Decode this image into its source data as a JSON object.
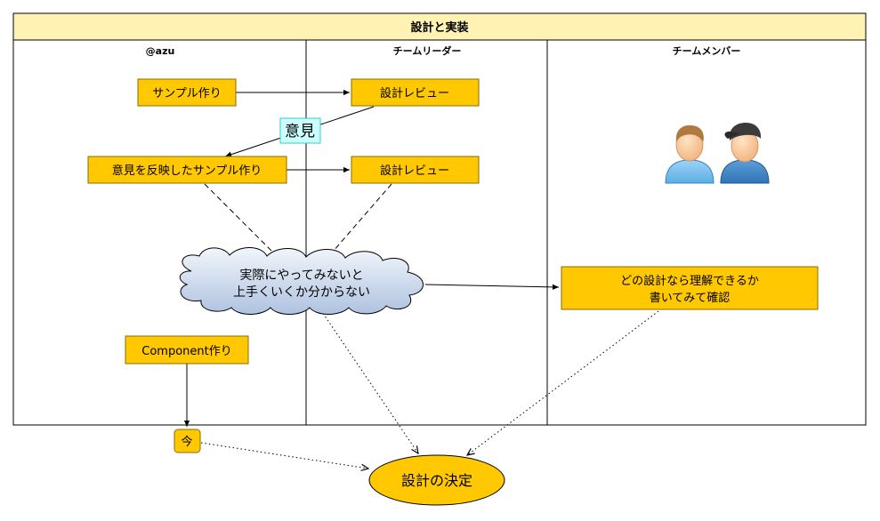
{
  "title": "設計と実装",
  "lanes": [
    "@azu",
    "チームリーダー",
    "チームメンバー"
  ],
  "nodes": {
    "sample_make": "サンプル作り",
    "design_review_1": "設計レビュー",
    "opinion": "意見",
    "revised_sample": "意見を反映したサンプル作り",
    "design_review_2": "設計レビュー",
    "cloud_line1": "実際にやってみないと",
    "cloud_line2": "上手くいくか分からない",
    "member_task_line1": "どの設計なら理解できるか",
    "member_task_line2": "書いてみて確認",
    "component_make": "Component作り",
    "now": "今",
    "decision": "設計の決定"
  },
  "icons": [
    "person-icon",
    "person-with-cap-icon"
  ],
  "colors": {
    "header_fill": "#fff2b3",
    "box_fill": "#ffc800",
    "box_stroke": "#8a6d00",
    "opinion_fill": "#ccffff",
    "opinion_stroke": "#33cccc",
    "cloud_fill_top": "#f2f6fb",
    "cloud_fill_bottom": "#aec2e0",
    "lane_stroke": "#000000"
  }
}
